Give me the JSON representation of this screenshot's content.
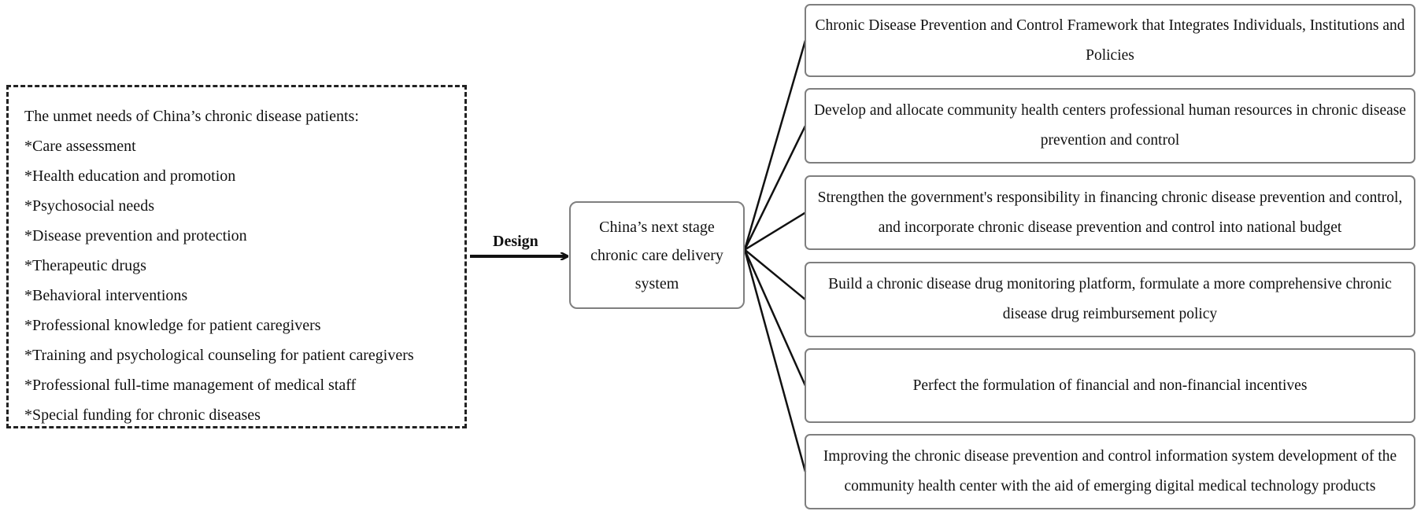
{
  "needs": {
    "title": "The unmet needs of  China’s chronic disease patients:",
    "items": [
      "*Care assessment",
      "*Health education and promotion",
      "*Psychosocial needs",
      "*Disease prevention and protection",
      "*Therapeutic drugs",
      "*Behavioral interventions",
      "*Professional knowledge for patient caregivers",
      "*Training and psychological counseling for patient caregivers",
      "*Professional full-time management of medical staff",
      "*Special funding for chronic diseases"
    ]
  },
  "arrow": {
    "label": "Design"
  },
  "center": {
    "label": "China’s next stage chronic care delivery system"
  },
  "outcomes": [
    "Chronic Disease Prevention and Control Framework that Integrates Individuals, Institutions and Policies",
    "Develop and allocate community health centers professional human resources in chronic disease prevention and control",
    "Strengthen the government's responsibility in financing chronic disease prevention and control, and incorporate chronic disease prevention and control into national budget",
    "Build a chronic disease drug monitoring platform, formulate a more comprehensive chronic disease drug reimbursement policy",
    "Perfect the formulation of financial and non-financial incentives",
    "Improving the chronic disease prevention and control information system development of the community health center with the aid of emerging digital medical technology products"
  ],
  "colors": {
    "line": "#111111",
    "box_border": "#7f7f7f",
    "dashed_border": "#222222"
  }
}
